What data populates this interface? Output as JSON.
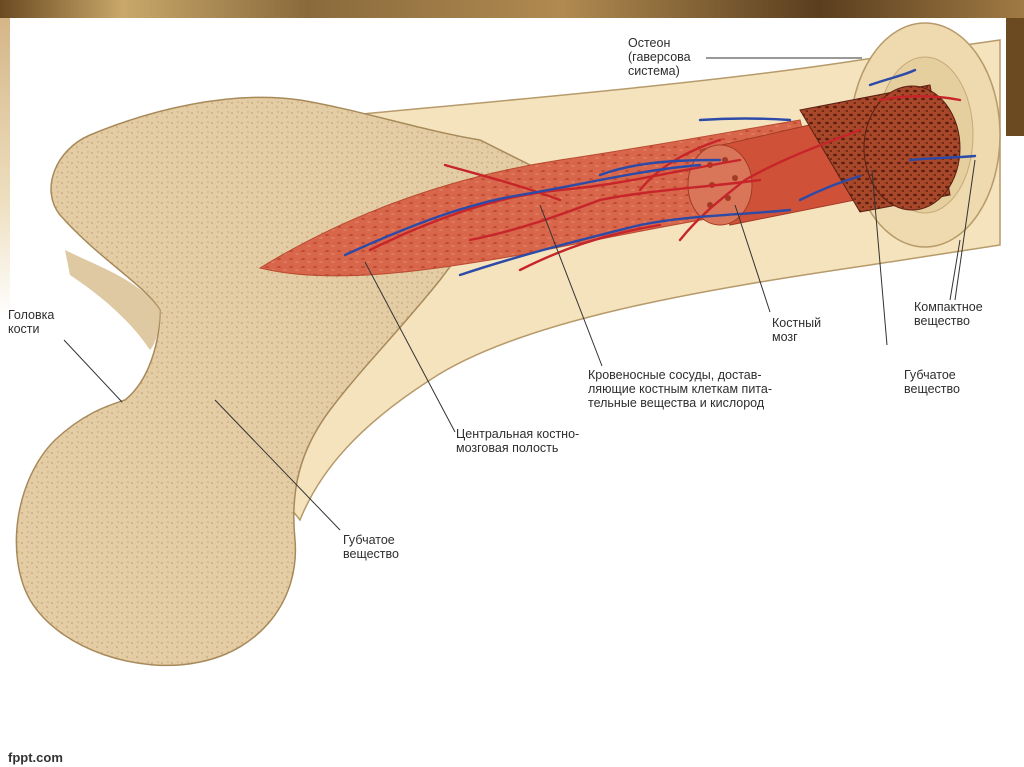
{
  "labels": {
    "osteon": "Остеон\n(гаверсова\nсистема)",
    "bone_head": "Головка\nкости",
    "compact": "Компактное\nвещество",
    "bone_marrow": "Костный\nмозг",
    "vessels": "Кровеносные сосуды, достав-\nляющие костным клеткам пита-\nтельные вещества и кислород",
    "spongy_right": "Губчатое\nвещество",
    "central_cavity": "Центральная костно-\nмозговая полость",
    "spongy_left": "Губчатое\nвещество"
  },
  "footer": "fppt.com",
  "colors": {
    "bone": "#e2caa0",
    "bone_shaft": "#f3e2bc",
    "marrow": "#d25a3c",
    "vessel_red": "#c7252a",
    "vessel_blue": "#2c4aa8",
    "leader": "#333333"
  }
}
